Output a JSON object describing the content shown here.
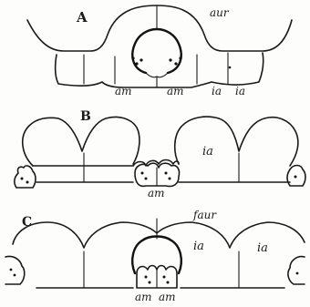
{
  "panels": [
    {
      "letter": "A",
      "labels": {
        "top": "aur",
        "bottom": [
          "am",
          "am",
          "ia",
          "ia"
        ]
      }
    },
    {
      "letter": "B",
      "labels": {
        "inner": "ia",
        "bottom": "am"
      }
    },
    {
      "letter": "C",
      "labels": {
        "top": "faur",
        "inner": [
          "ia",
          "ia"
        ],
        "bottom": [
          "am",
          "am"
        ]
      }
    }
  ]
}
